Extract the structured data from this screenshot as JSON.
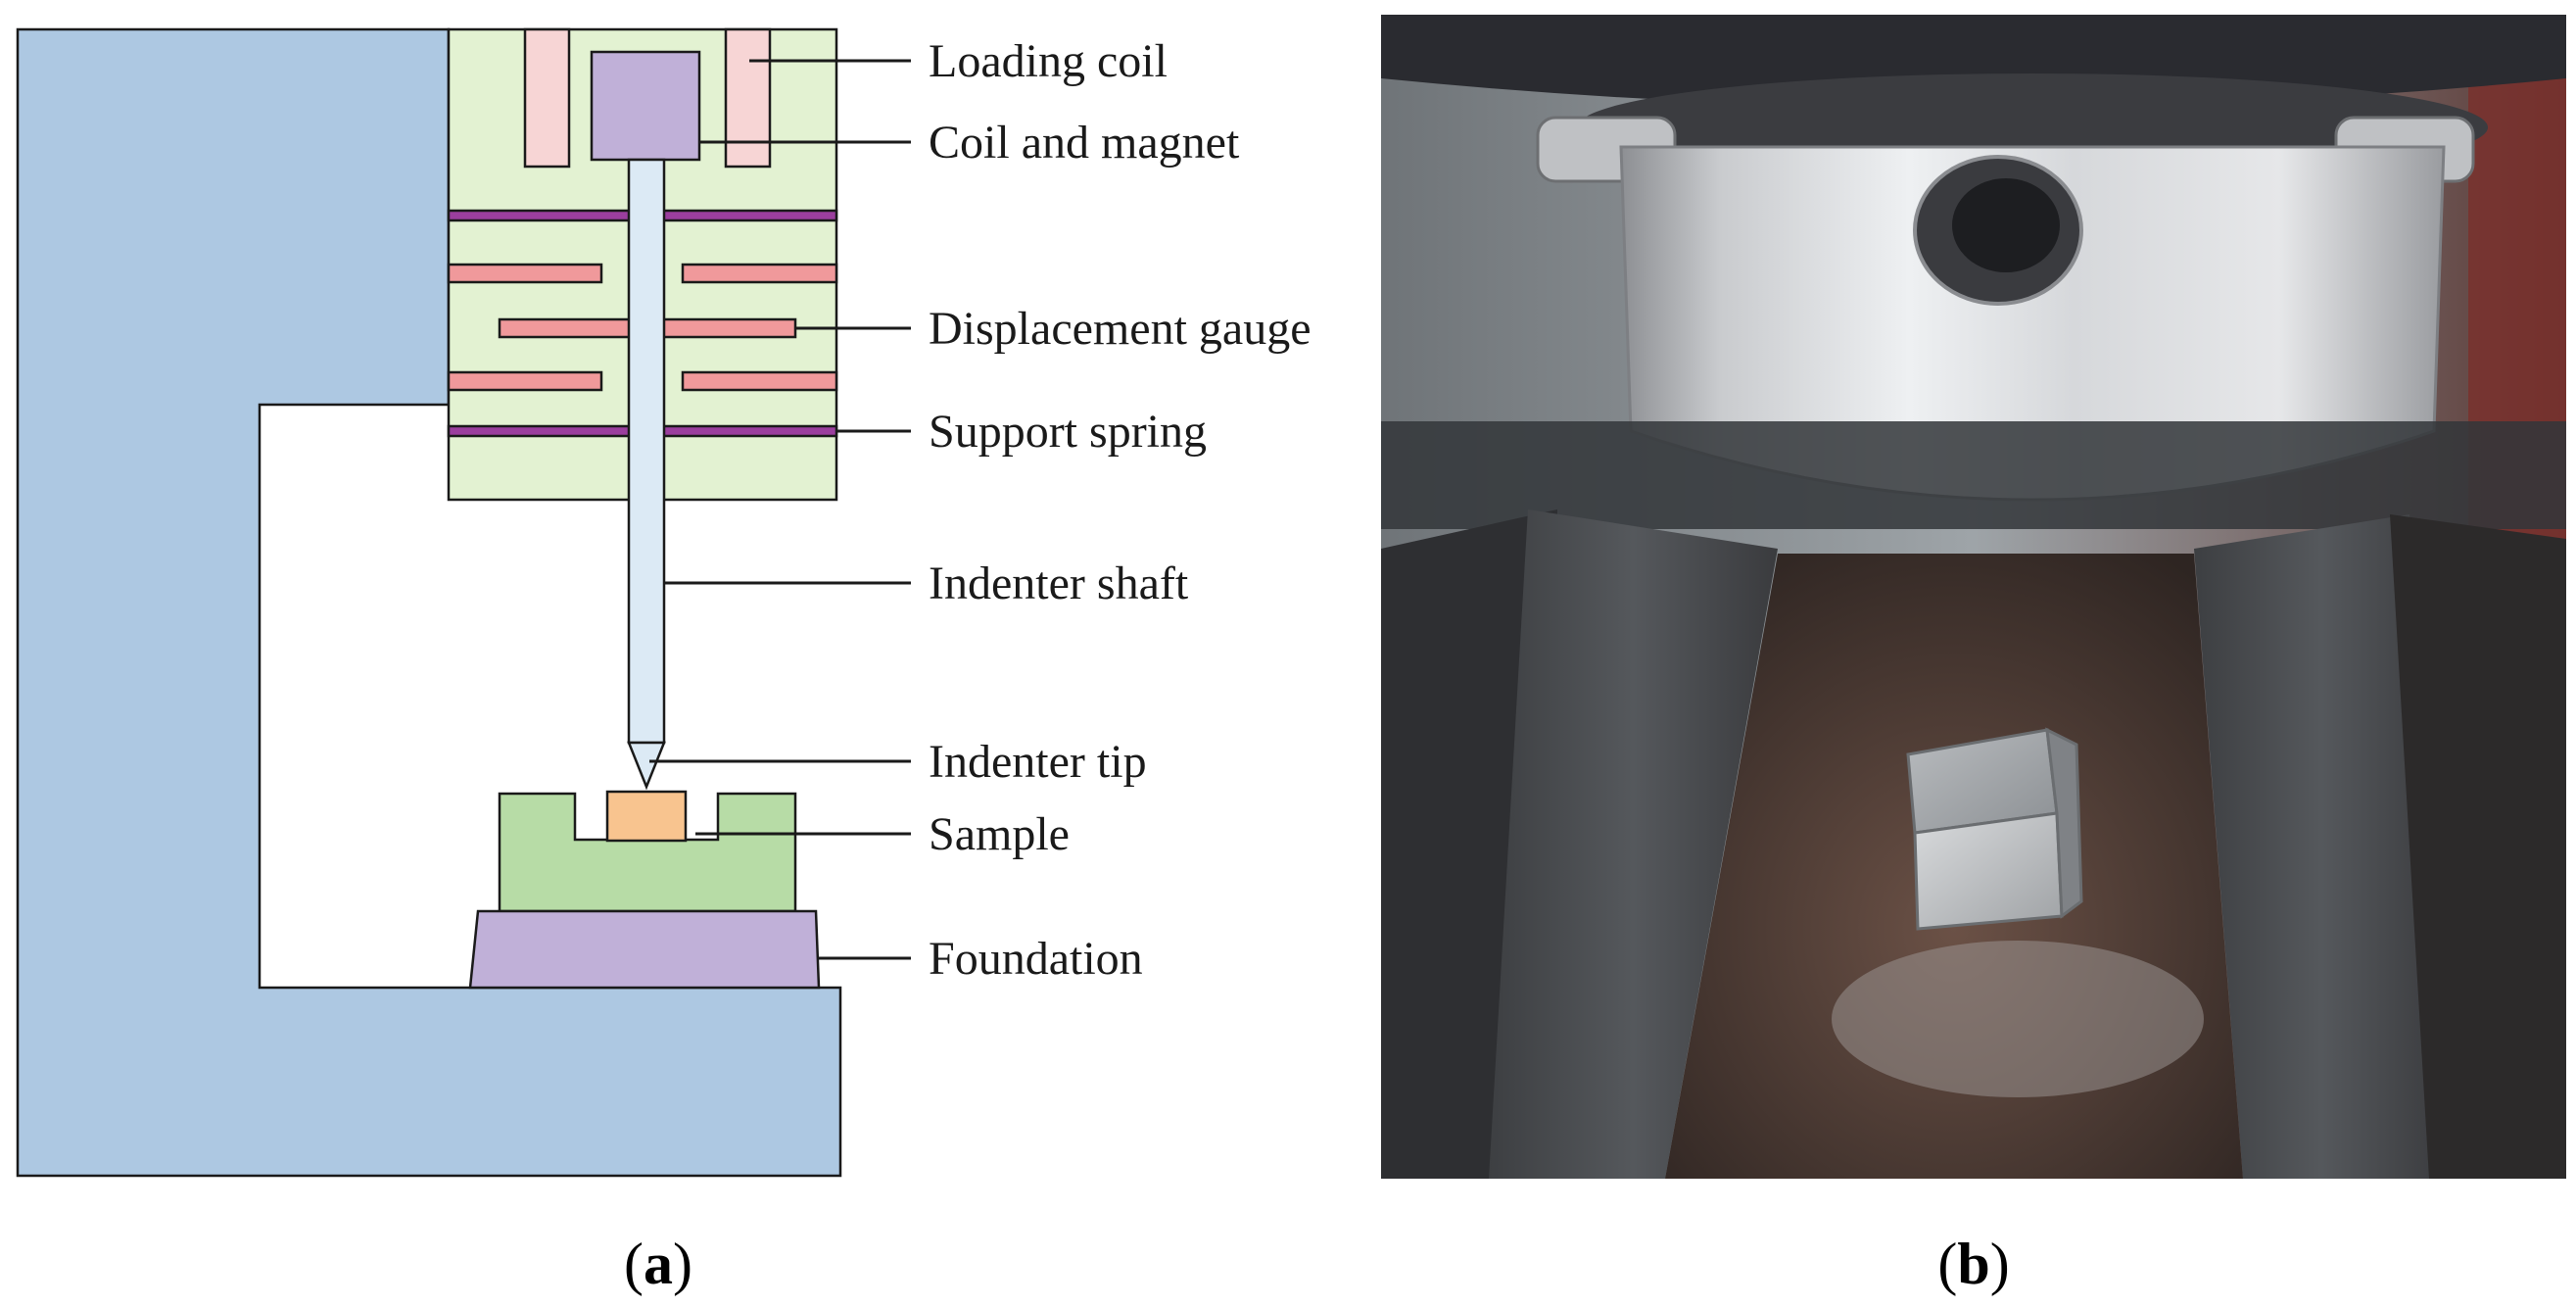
{
  "panel_a": {
    "caption_open": "(",
    "caption_letter": "a",
    "caption_close": ")",
    "labels": {
      "loading_coil": "Loading coil",
      "coil_and_magnet": "Coil and magnet",
      "displacement_gauge": "Displacement gauge",
      "support_spring": "Support spring",
      "indenter_shaft": "Indenter shaft",
      "indenter_tip": "Indenter tip",
      "sample": "Sample",
      "foundation": "Foundation"
    },
    "colors": {
      "frame": "#adc8e2",
      "head": "#e3f2d2",
      "loading_coil": "#f7d5d5",
      "coil_magnet": "#c0b0d8",
      "spring": "#9b3e9e",
      "gauge": "#f0999b",
      "shaft": "#dceaf5",
      "sample": "#f8c48f",
      "holder": "#b7dca6",
      "foundation": "#c0b0d8"
    }
  },
  "panel_b": {
    "caption_open": "(",
    "caption_letter": "b",
    "caption_close": ")",
    "photo_description_icon": "indenter-photo"
  }
}
